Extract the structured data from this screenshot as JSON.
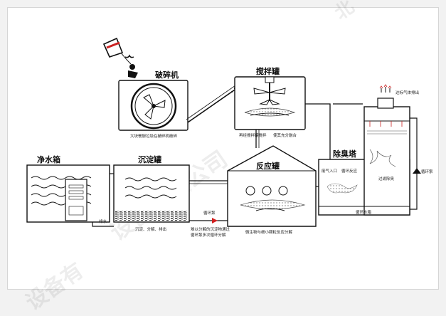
{
  "watermark": {
    "text": "设备有限公司",
    "text_top": "北",
    "text_bottom": "设备有"
  },
  "stages": {
    "crusher": {
      "title": "破碎机",
      "caption": "大块餐厨垃圾在破碎机破碎"
    },
    "mixer": {
      "title": "搅拌罐",
      "caption_left": "再经搅拌罐搅拌",
      "caption_right": "使其充分融合"
    },
    "deodorizer": {
      "title": "除臭塔",
      "inlet": "废气入口",
      "circulation": "循环反应",
      "filter": "过滤除臭",
      "pool": "循环水箱",
      "pump": "循环泵",
      "exhaust": "达标气体排出"
    },
    "reactor": {
      "title": "反应罐",
      "caption": "微生物与细小颗粒反应分解"
    },
    "sediment": {
      "title": "沉淀罐",
      "caption": "沉淀、分解、排出"
    },
    "clean_water": {
      "title": "净水箱"
    },
    "drain": {
      "label": "排水"
    },
    "return_pump": {
      "label": "循环泵",
      "caption_line1": "难以分解的沉淀物通过",
      "caption_line2": "循环泵多次循环分解"
    }
  },
  "colors": {
    "line": "#111111",
    "pump_arrow": "#d22020",
    "water_line": "#333333"
  }
}
